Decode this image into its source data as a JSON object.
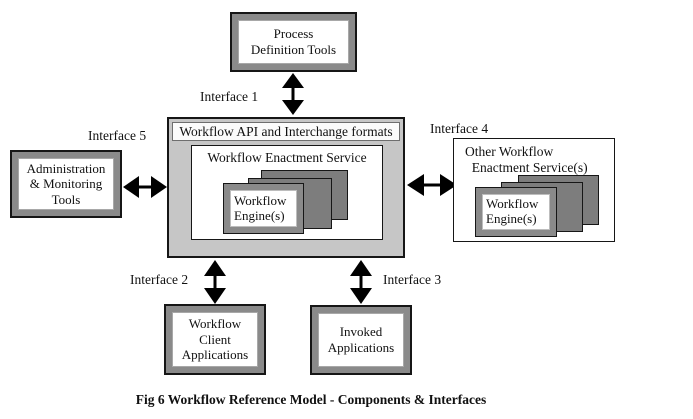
{
  "caption": "Fig 6 Workflow Reference Model - Components & Interfaces",
  "colors": {
    "frame_gray": "#8a8a8a",
    "central_fill": "#c6c6c6",
    "stack_gray": "#7d7d7d",
    "outline": "#161616"
  },
  "boxes": {
    "process_definition_tools": {
      "label": "Process\nDefinition Tools"
    },
    "workflow_api_strip": {
      "label": "Workflow API and Interchange formats"
    },
    "workflow_enactment_service": {
      "title": "Workflow Enactment Service",
      "engine_label": "Workflow\nEngine(s)"
    },
    "other_enactment_service": {
      "title": "Other Workflow\n  Enactment Service(s)",
      "engine_label": "Workflow\nEngine(s)"
    },
    "administration_monitoring_tools": {
      "label": "Administration\n& Monitoring\nTools"
    },
    "workflow_client_applications": {
      "label": "Workflow\nClient\nApplications"
    },
    "invoked_applications": {
      "label": "Invoked\nApplications"
    }
  },
  "interfaces": {
    "interface_1": "Interface 1",
    "interface_2": "Interface 2",
    "interface_3": "Interface 3",
    "interface_4": "Interface 4",
    "interface_5": "Interface 5"
  }
}
